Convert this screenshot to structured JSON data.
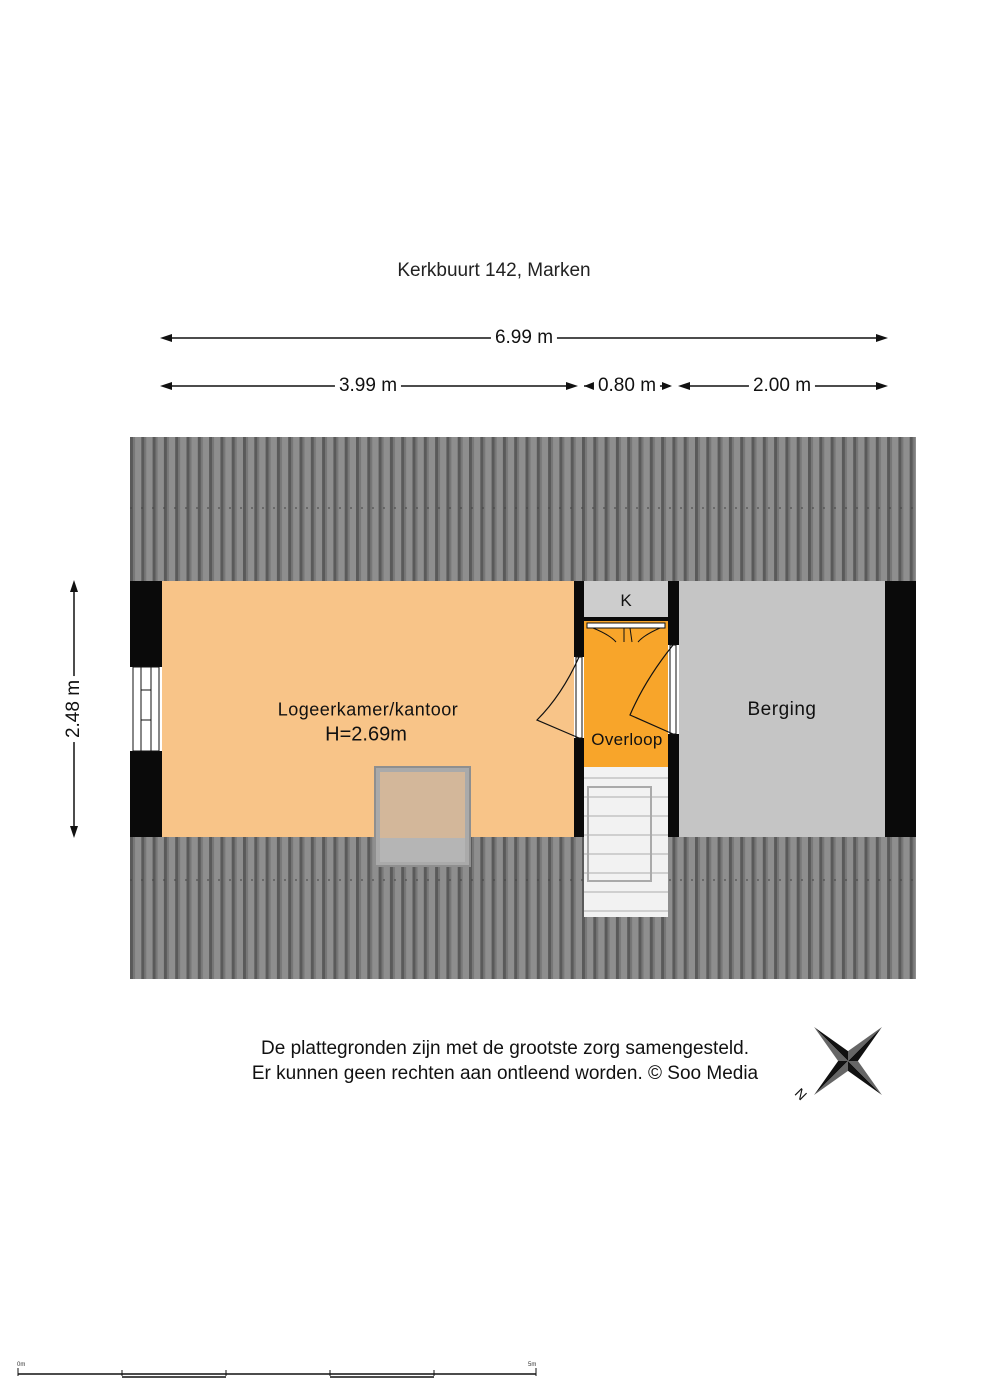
{
  "title": "Kerkbuurt 142, Marken",
  "dimensions": {
    "total_width": "6.99 m",
    "segment_1": "3.99 m",
    "segment_2": "0.80 m",
    "segment_3": "2.00 m",
    "depth": "2.48 m"
  },
  "rooms": {
    "logeerkamer": {
      "name": "Logeerkamer/kantoor",
      "height": "H=2.69m"
    },
    "overloop": {
      "name": "Overloop"
    },
    "kast": {
      "name": "K"
    },
    "berging": {
      "name": "Berging"
    }
  },
  "disclaimer": {
    "line1": "De plattegronden zijn met de grootste zorg samengesteld.",
    "line2": "Er kunnen geen rechten aan ontleend worden. © Soo Media"
  },
  "compass": {
    "label": "N"
  },
  "scale_bar": {
    "start": "0m",
    "end": "5m"
  },
  "colors": {
    "roof": "#8a8a8a",
    "roof_stripe": "#5e5e5e",
    "logeerkamer": "#f8c488",
    "overloop": "#f8a52a",
    "berging": "#c5c5c5",
    "kast": "#cfcfcf",
    "wall": "#0a0a0a"
  }
}
